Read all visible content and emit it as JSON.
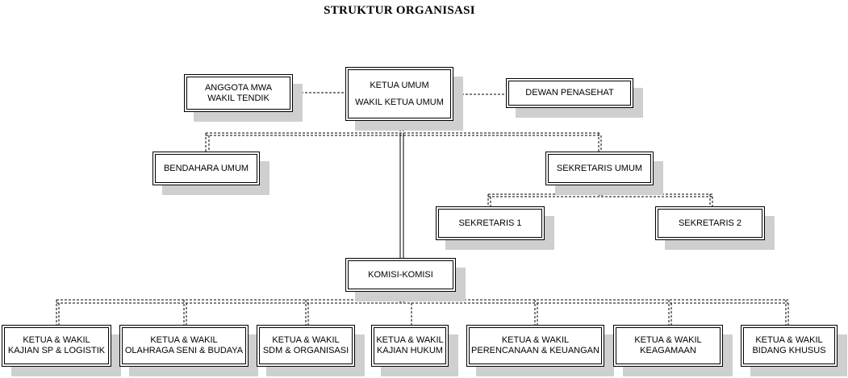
{
  "title": "STRUKTUR ORGANISASI",
  "boxes": {
    "ketua": [
      "KETUA UMUM",
      "WAKIL KETUA UMUM"
    ],
    "anggota": [
      "ANGGOTA MWA",
      "WAKIL TENDIK"
    ],
    "dewan": [
      "DEWAN PENASEHAT"
    ],
    "bendahara": [
      "BENDAHARA UMUM"
    ],
    "sekretaris_umum": [
      "SEKRETARIS UMUM"
    ],
    "sekretaris_1": [
      "SEKRETARIS 1"
    ],
    "sekretaris_2": [
      "SEKRETARIS 2"
    ],
    "komisi": [
      "KOMISI-KOMISI"
    ],
    "kajian_sp": [
      "KETUA & WAKIL",
      "KAJIAN SP & LOGISTIK"
    ],
    "olahraga": [
      "KETUA & WAKIL",
      "OLAHRAGA SENI & BUDAYA"
    ],
    "sdm": [
      "KETUA & WAKIL",
      "SDM & ORGANISASI"
    ],
    "hukum": [
      "KETUA & WAKIL",
      "KAJIAN HUKUM"
    ],
    "perencanaan": [
      "KETUA & WAKIL",
      "PERENCANAAN & KEUANGAN"
    ],
    "keagamaan": [
      "KETUA & WAKIL",
      "KEAGAMAAN"
    ],
    "khusus": [
      "KETUA & WAKIL",
      "BIDANG KHUSUS"
    ]
  }
}
